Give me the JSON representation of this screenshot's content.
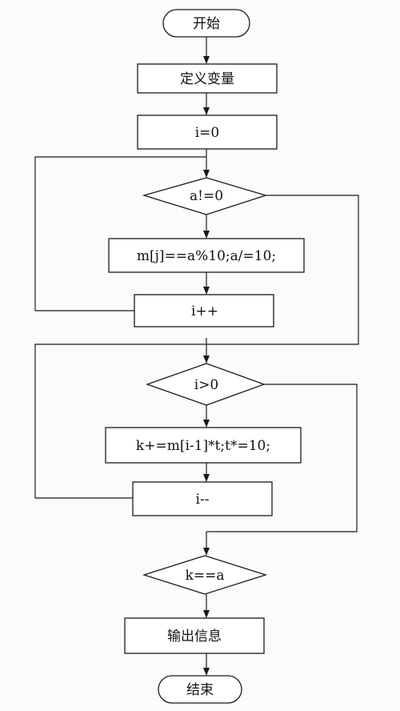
{
  "flowchart": {
    "start": "开始",
    "define_vars": "定义变量",
    "init_i": "i=0",
    "cond_a": "a!=0",
    "loop1_body": "m[j]==a%10;a/=10;",
    "inc_i": "i++",
    "cond_i": "i>0",
    "loop2_body": "k+=m[i-1]*t;t*=10;",
    "dec_i": "i--",
    "cond_k": "k==a",
    "output": "输出信息",
    "end": "结束"
  }
}
